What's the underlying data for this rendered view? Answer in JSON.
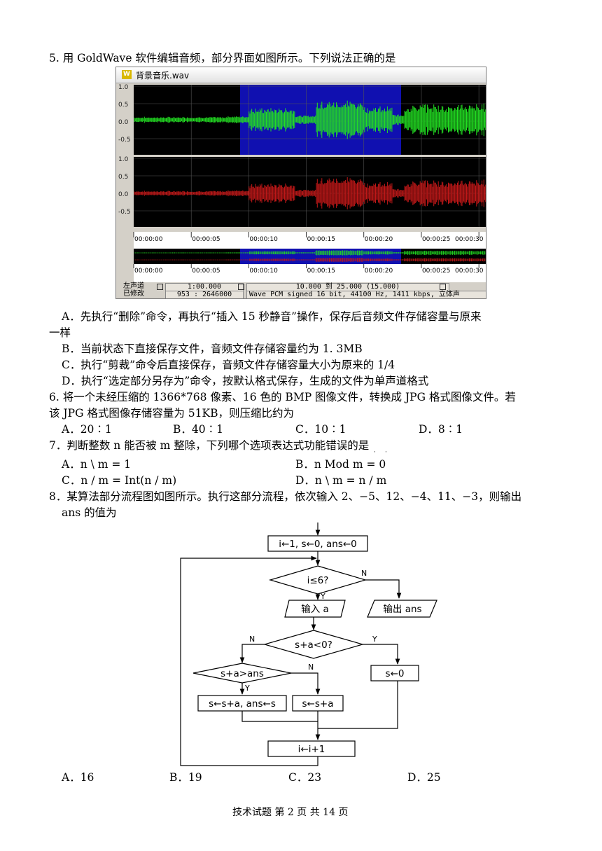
{
  "q5": {
    "stem": "5.  用  GoldWave 软件编辑音频，部分界面如图所示。下列说法正确的是",
    "window": {
      "logo": "W",
      "title": "背景音乐.wav",
      "y_labels": [
        "1.0",
        "0.5",
        "0.0",
        "-0.5"
      ],
      "time_labels": [
        "00:00:00",
        "00:00:05",
        "00:00:10",
        "00:00:15",
        "00:00:20",
        "00:00:25",
        "00:00:30"
      ],
      "status": {
        "channel_label": "左声道",
        "duration": "1:00.000",
        "selection": "10.000 到 25.000 (15.000)",
        "modified_label": "已修改",
        "samples": "953 : 2646000",
        "format": "Wave PCM signed 16 bit, 44100 Hz, 1411 kbps, 立体声"
      },
      "colors": {
        "top_wave": "#22e022",
        "bottom_wave": "#c01818",
        "selection_bg": "#1010b0",
        "wave_bg": "#000000"
      }
    },
    "options": {
      "A_line1": "A．先执行“删除”命令，再执行“插入 15 秒静音”操作，保存后音频文件存储容量与原来",
      "A_line2": "一样",
      "B": "B．当前状态下直接保存文件，音频文件存储容量约为 1. 3MB",
      "C": "C．执行“剪裁”命令后直接保存，音频文件存储容量大小为原来的 1/4",
      "D": "D．执行“选定部分另存为”命令，按默认格式保存，生成的文件为单声道格式"
    }
  },
  "q6": {
    "stem_line1": "6.  将一个未经压缩的 1366*768 像素、16 色的 BMP 图像文件，转换成 JPG 格式图像文件。若",
    "stem_line2": "该 JPG 格式图像存储容量为 51KB，则压缩比约为",
    "options": {
      "A": "A．20∶1",
      "B": "B．40∶1",
      "C": "C．10∶1",
      "D": "D．8∶1"
    }
  },
  "q7": {
    "stem_pre": "7．判断整数 n 能否被 m 整除，下列哪个选项表达式功能",
    "stem_emph1": "错",
    "stem_emph2": "误",
    "stem_post": "的是",
    "options": {
      "A": "A．n \\ m = 1",
      "B": "B．n Mod m = 0",
      "C": "C．n / m = Int(n / m)",
      "D": "D．n \\ m = n / m"
    }
  },
  "q8": {
    "stem_line1": "8．某算法部分流程图如图所示。执行这部分流程，依次输入 2、−5、12、−4、11、−3，则输出",
    "stem_line2": "ans 的值为",
    "flow": {
      "init": "i←1, s←0, ans←0",
      "cond1": "i≤6?",
      "input": "输入 a",
      "output": "输出 ans",
      "cond2": "s+a<0?",
      "cond3": "s+a>ans",
      "act1": "s←s+a, ans←s",
      "act2": "s←s+a",
      "act3": "s←0",
      "inc": "i←i+1",
      "label_n": "N",
      "label_y": "Y"
    },
    "options": {
      "A": "A．16",
      "B": "B．19",
      "C": "C．23",
      "D": "D．25"
    }
  },
  "footer": "技术试题   第  2  页  共  14  页"
}
